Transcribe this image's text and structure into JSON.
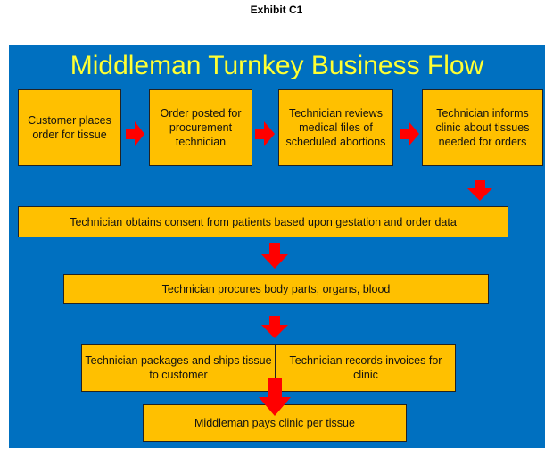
{
  "exhibit_label": "Exhibit C1",
  "title": "Middleman Turnkey Business Flow",
  "boxes": {
    "customer_places_order": "Customer places order for tissue",
    "order_posted": "Order posted for procurement technician",
    "technician_reviews": "Technician reviews medical files of scheduled abortions",
    "technician_informs": "Technician informs clinic about tissues needed for orders",
    "technician_obtains_consent": "Technician obtains consent from patients based upon gestation and order data",
    "technician_procures": "Technician procures body parts, organs, blood",
    "technician_packages": "Technician packages and ships tissue to customer",
    "technician_records": "Technician records invoices for clinic",
    "middleman_pays": "Middleman pays clinic per tissue"
  },
  "colors": {
    "background": "#0070c0",
    "box_fill": "#ffc000",
    "title_text": "#ffff33",
    "arrow": "#ff0000"
  }
}
